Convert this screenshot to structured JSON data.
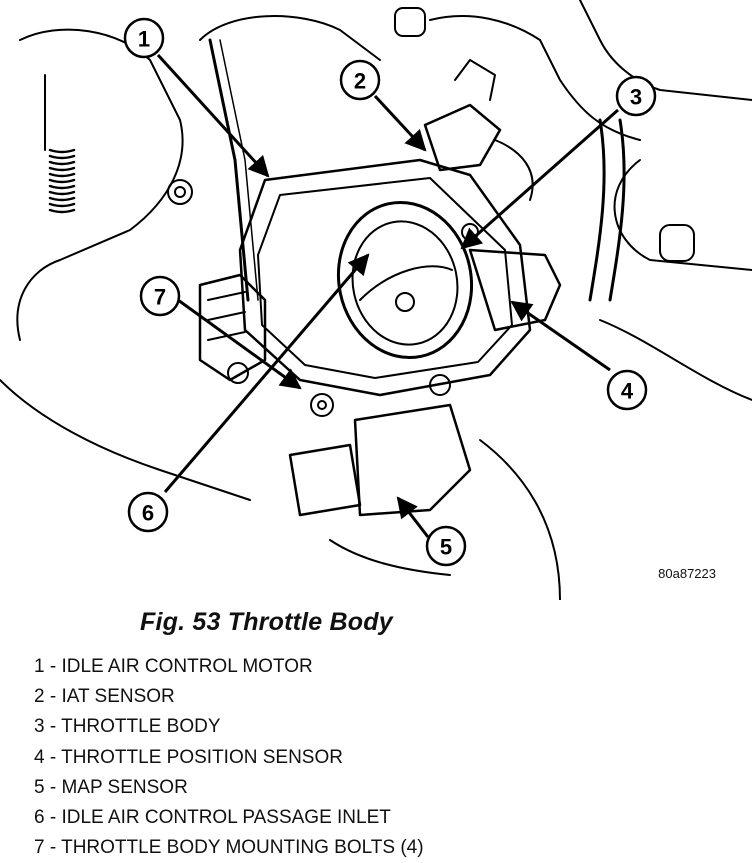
{
  "figure": {
    "reference_code": "80a87223",
    "caption": "Fig. 53 Throttle Body"
  },
  "callouts": [
    {
      "number": "1"
    },
    {
      "number": "2"
    },
    {
      "number": "3"
    },
    {
      "number": "4"
    },
    {
      "number": "5"
    },
    {
      "number": "6"
    },
    {
      "number": "7"
    }
  ],
  "legend": [
    {
      "text": "1 - IDLE AIR CONTROL MOTOR"
    },
    {
      "text": "2 - IAT SENSOR"
    },
    {
      "text": "3 - THROTTLE BODY"
    },
    {
      "text": "4 - THROTTLE POSITION SENSOR"
    },
    {
      "text": "5 - MAP SENSOR"
    },
    {
      "text": "6 - IDLE AIR CONTROL PASSAGE INLET"
    },
    {
      "text": "7 - THROTTLE BODY MOUNTING BOLTS (4)"
    }
  ]
}
